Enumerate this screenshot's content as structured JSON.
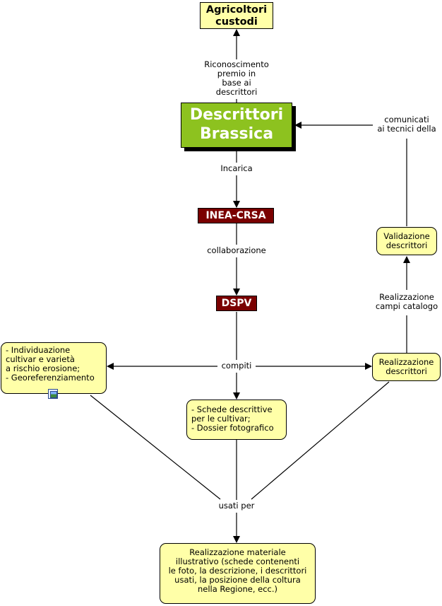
{
  "nodes": {
    "agricoltori": "Agricoltori\ncustodi",
    "descrittori_brassica": "Descrittori\nBrassica",
    "inea_crsa": "INEA-CRSA",
    "dspv": "DSPV",
    "validazione": "Validazione\ndescrittori",
    "individuazione": "- Individuazione\ncultivar e varietà\na rischio erosione;\n- Georeferenziamento",
    "realizzazione_descrittori": "Realizzazione\ndescrittori",
    "schede": "- Schede descrittive\nper le cultivar;\n- Dossier fotografico",
    "realizzazione_materiale": "Realizzazione materiale\nillustrativo (schede contenenti\nle foto, la descrizione, i descrittori\nusati, la posizione della coltura\nnella Regione, ecc.)"
  },
  "links": {
    "riconoscimento": "Riconoscimento\npremio in\nbase ai\ndescrittori",
    "incarica": "Incarica",
    "collaborazione": "collaborazione",
    "comunicati": "comunicati\nai tecnici della",
    "realizzazione_campi": "Realizzazione\ncampi catalogo",
    "compiti": "compiti",
    "usati_per": "usati per"
  },
  "icons": {
    "attachment": "image-icon"
  },
  "colors": {
    "node_fill": "#ffffa8",
    "main_fill": "#8dc21f",
    "org_fill": "#7a0000",
    "line": "#000000"
  }
}
